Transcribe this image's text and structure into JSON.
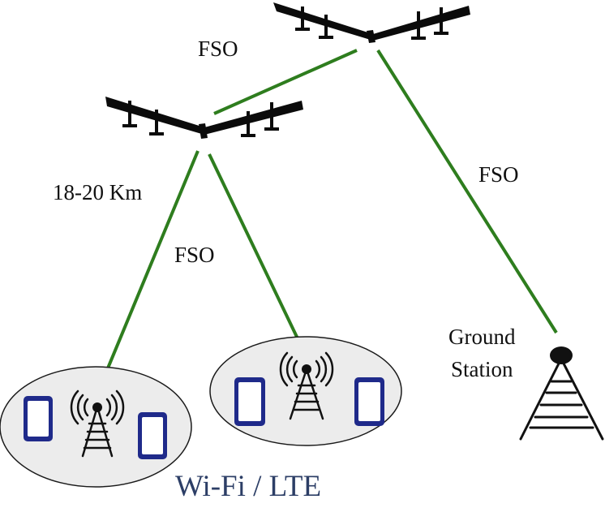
{
  "labels": {
    "fso_top": "FSO",
    "fso_right": "FSO",
    "fso_middle": "FSO",
    "distance": "18-20 Km",
    "ground_station_line1": "Ground",
    "ground_station_line2": "Station",
    "access_network": "Wi-Fi / LTE"
  },
  "colors": {
    "link": "#2e7d1e",
    "aircraft": "#0b0b0b",
    "cell_fill": "#ececec",
    "phone": "#1f2a8a",
    "access_text": "#2c3e66"
  },
  "icons": {
    "aircraft": "hale-aircraft-icon",
    "tower": "cell-tower-icon",
    "phone": "smartphone-icon",
    "ground_station": "ground-station-antenna-icon"
  }
}
